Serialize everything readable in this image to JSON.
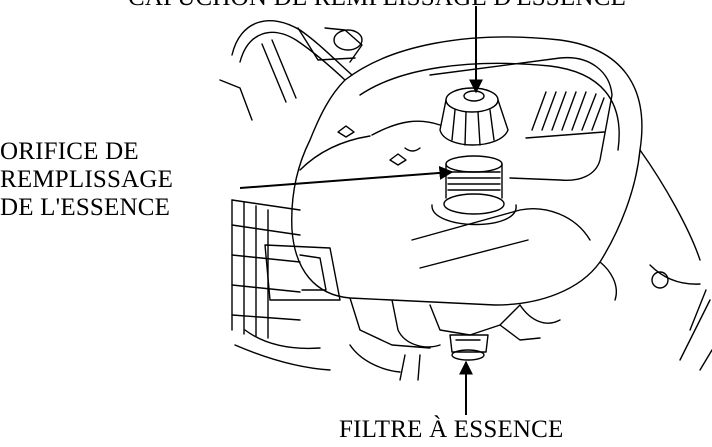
{
  "labels": {
    "top": "CAPUCHON DE REMPLISSAGE D'ESSENCE",
    "left_line1": "ORIFICE DE",
    "left_line2": "REMPLISSAGE",
    "left_line3": "DE L'ESSENCE",
    "bottom": "FILTRE À ESSENCE"
  },
  "colors": {
    "ink": "#000000",
    "paper": "#ffffff"
  }
}
